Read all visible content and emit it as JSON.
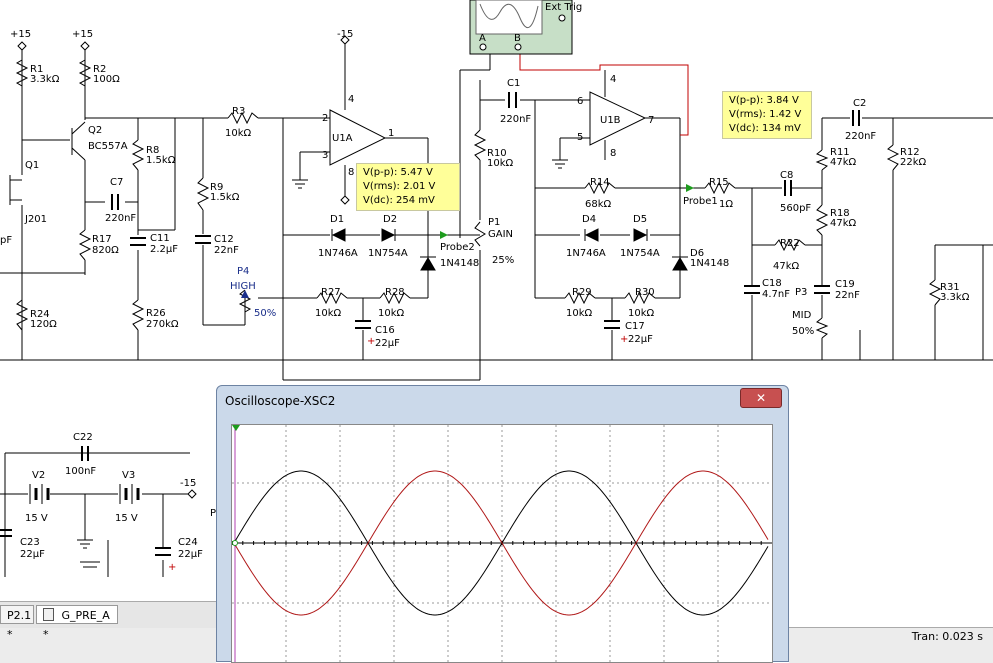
{
  "schematic": {
    "labels": {
      "plus15a": "+15",
      "plus15b": "+15",
      "minus15a": "-15",
      "minus15b": "-15",
      "r1": "R1",
      "r1v": "3.3kΩ",
      "r2": "R2",
      "r2v": "100Ω",
      "q2": "Q2",
      "q2v": "BC557A",
      "q1": "Q1",
      "j201": "J201",
      "pf": "pF",
      "r8": "R8",
      "r8v": "1.5kΩ",
      "c7": "C7",
      "c7v": "220nF",
      "r17": "R17",
      "r17v": "820Ω",
      "r24": "R24",
      "r24v": "120Ω",
      "c11": "C11",
      "c11v": "2.2µF",
      "r26": "R26",
      "r26v": "270kΩ",
      "r3": "R3",
      "r3v": "10kΩ",
      "r9": "R9",
      "r9v": "1.5kΩ",
      "c12": "C12",
      "c12v": "22nF",
      "p4": "P4",
      "p4v": "HIGH",
      "p4p": "50%",
      "u1a": "U1A",
      "d1": "D1",
      "d1v": "1N746A",
      "d2": "D2",
      "d2v": "1N754A",
      "d3v": "1N4148",
      "r27": "R27",
      "r27v": "10kΩ",
      "r28": "R28",
      "r28v": "10kΩ",
      "c16": "C16",
      "c16v": "22µF",
      "probe2": "Probe2",
      "r10": "R10",
      "r10v": "10kΩ",
      "p1": "P1",
      "p1v": "GAIN",
      "p1p": "25%",
      "c1": "C1",
      "c1v": "220nF",
      "u1b": "U1B",
      "r14": "R14",
      "r14v": "68kΩ",
      "d4": "D4",
      "d4v": "1N746A",
      "d5": "D5",
      "d5v": "1N754A",
      "d6": "D6",
      "d6v": "1N4148",
      "r29": "R29",
      "r29v": "10kΩ",
      "r30": "R30",
      "r30v": "10kΩ",
      "c17": "C17",
      "c17v": "22µF",
      "probe1": "Probe1",
      "r15": "R15",
      "r15v": "1Ω",
      "c8": "C8",
      "c8v": "560pF",
      "c18": "C18",
      "c18v": "4.7nF",
      "r22": "R22",
      "r22v": "47kΩ",
      "c2": "C2",
      "c2v": "220nF",
      "r11": "R11",
      "r11v": "47kΩ",
      "r12": "R12",
      "r12v": "22kΩ",
      "r18": "R18",
      "r18v": "47kΩ",
      "p3": "P3",
      "p3v": "MID",
      "p3p": "50%",
      "c19": "C19",
      "c19v": "22nF",
      "r31": "R31",
      "r31v": "3.3kΩ",
      "c22": "C22",
      "c22v": "100nF",
      "v2": "V2",
      "v2v": "15 V",
      "v3": "V3",
      "v3v": "15 V",
      "c23": "C23",
      "c23v": "22µF",
      "c24": "C24",
      "c24v": "22µF",
      "exttrig": "Ext Trig",
      "pinA": "A",
      "pinB": "B",
      "plusSign": "+",
      "p": "P"
    },
    "probe2_readout": {
      "vpp": "V(p-p): 5.47 V",
      "vrms": "V(rms): 2.01 V",
      "vdc": "V(dc): 254 mV"
    },
    "probe1_readout": {
      "vpp": "V(p-p): 3.84 V",
      "vrms": "V(rms): 1.42 V",
      "vdc": "V(dc): 134 mV"
    }
  },
  "oscilloscope": {
    "title": "Oscilloscope-XSC2",
    "close_glyph": "✕",
    "channel_a_color": "#000000",
    "channel_b_color": "#b01818"
  },
  "tabs": [
    {
      "label": "P2.1 *"
    },
    {
      "label": "G_PRE_A *"
    }
  ],
  "status": {
    "text": "Tran: 0.023 s"
  }
}
